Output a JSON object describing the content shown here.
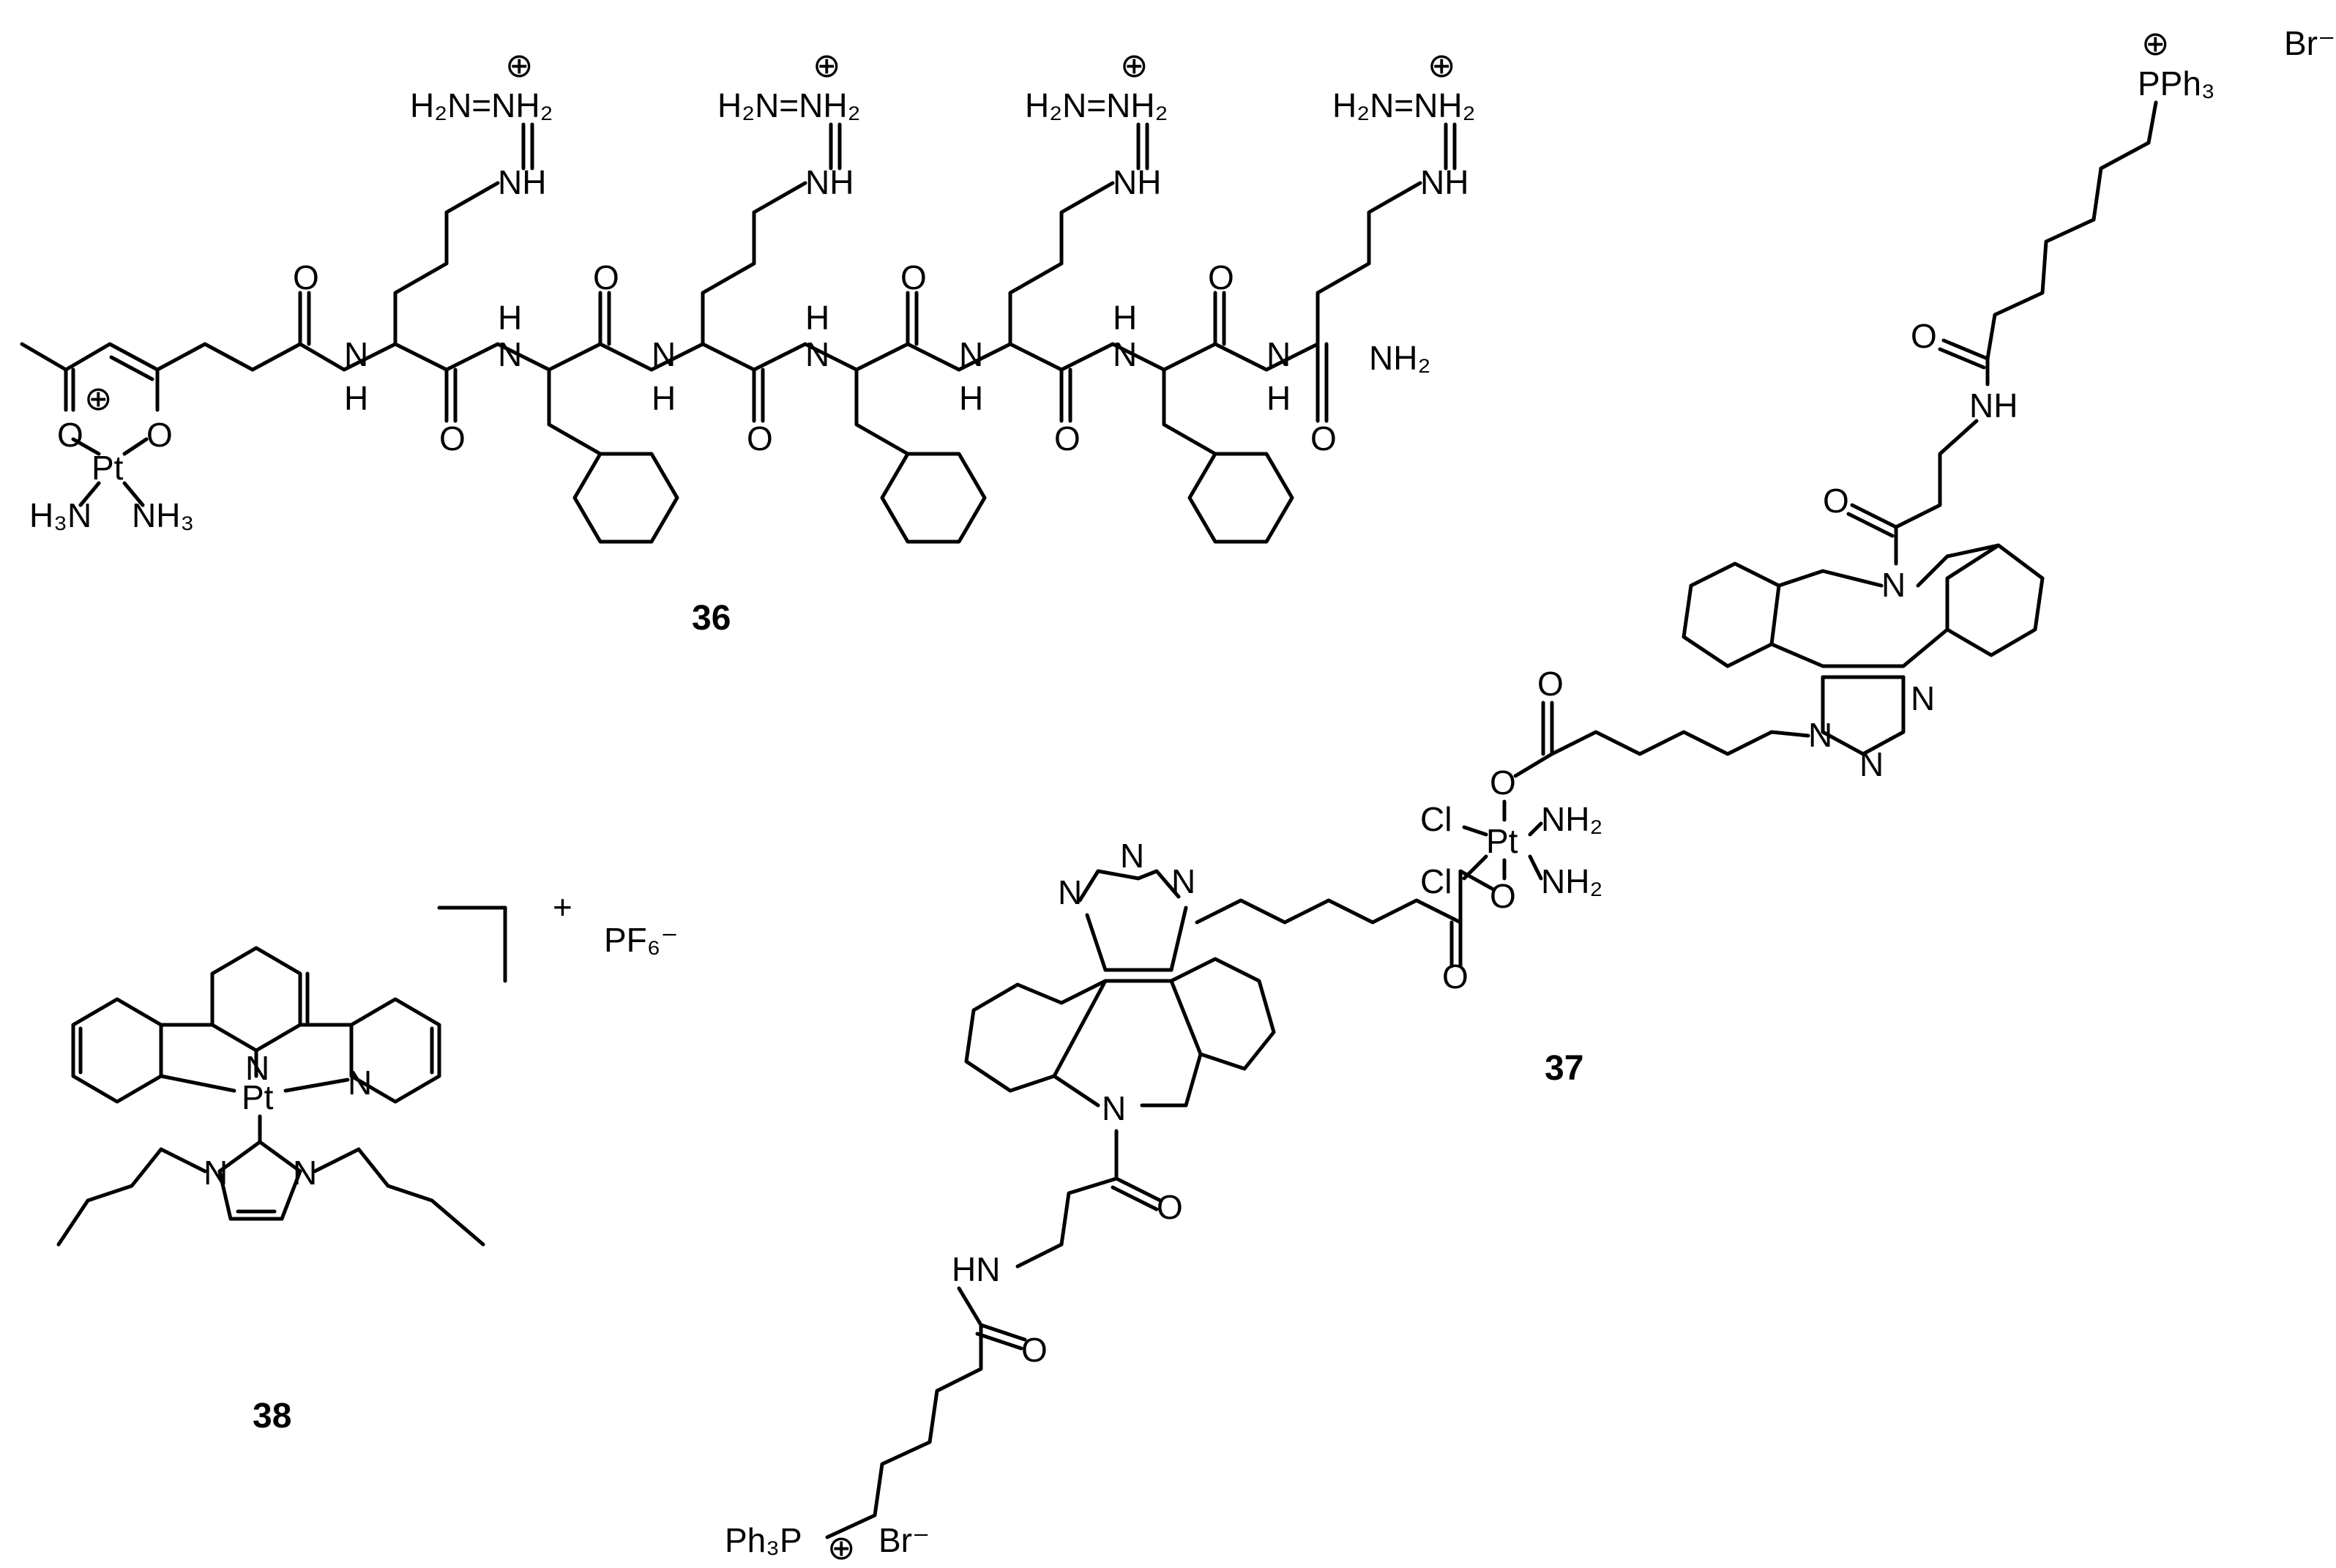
{
  "compounds": [
    {
      "id": "36",
      "label": "36",
      "atoms": {
        "guanidinium_1": "H₂N=NH₂",
        "charge_plus": "⊕",
        "nh": "NH",
        "o": "O",
        "h": "H",
        "n": "N",
        "terminal_amide": "NH₂",
        "pt": "Pt",
        "h3n": "H₃N",
        "nh3": "NH₃"
      }
    },
    {
      "id": "37",
      "label": "37",
      "atoms": {
        "pph3": "PPh₃",
        "ph3p": "Ph₃P",
        "br": "Br⁻",
        "cl": "Cl",
        "nh2": "NH₂",
        "pt": "Pt",
        "o": "O",
        "n": "N",
        "nh": "NH",
        "hn": "HN",
        "charge_plus": "⊕"
      }
    },
    {
      "id": "38",
      "label": "38",
      "atoms": {
        "pt": "Pt",
        "n": "N",
        "counterion": "PF₆⁻",
        "charge": "+"
      }
    }
  ]
}
